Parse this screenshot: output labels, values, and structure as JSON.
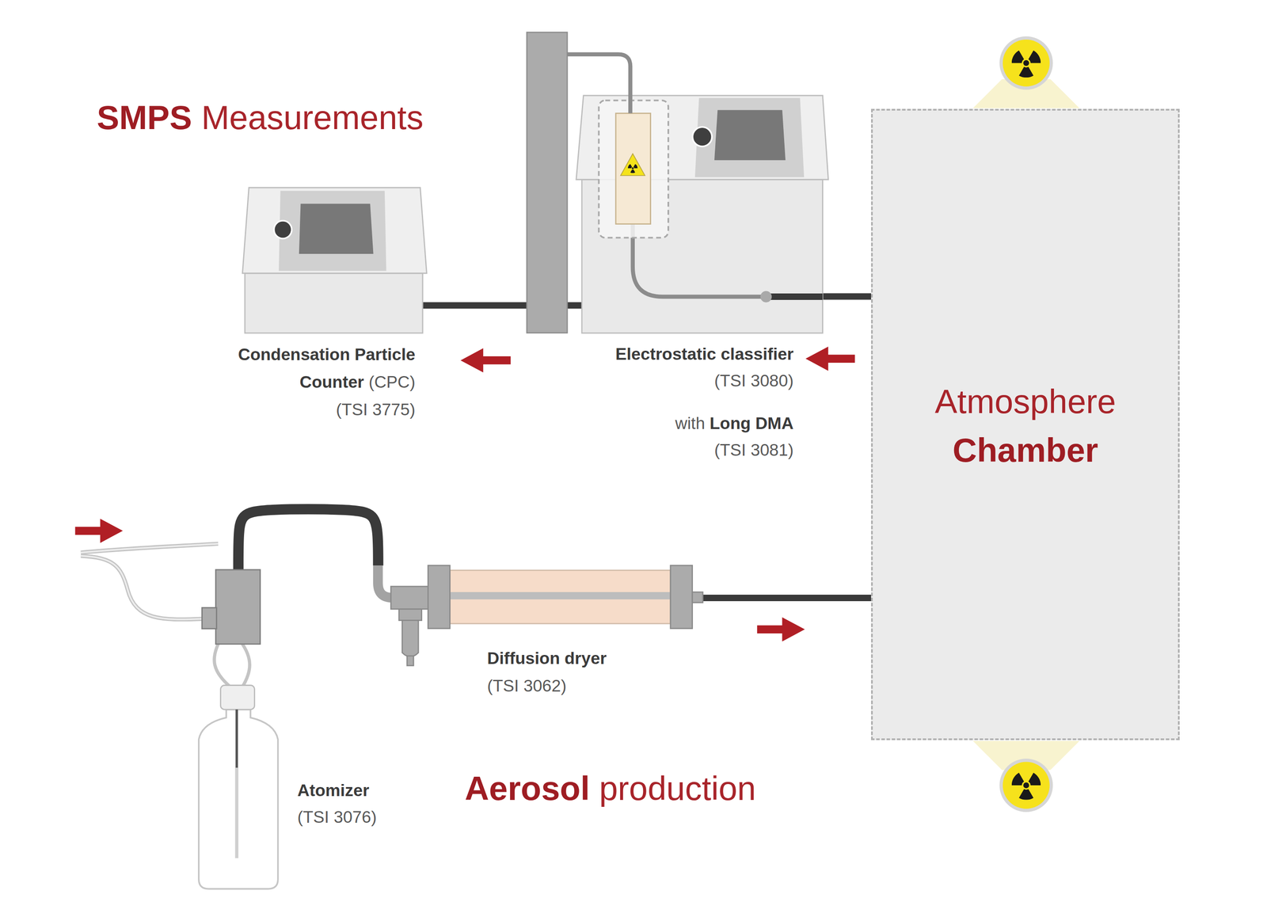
{
  "diagram": {
    "nodes": [
      {
        "text": [
          "Condensation Particle Counter",
          "(CPC)",
          "(TSI 3775)"
        ]
      },
      {
        "text": [
          "Electrostatic classifier",
          "(TSI 3080)",
          "with",
          "Long DMA",
          "(TSI 3081)"
        ]
      },
      {
        "text": [
          "Atmosphere",
          "Chamber"
        ]
      },
      {
        "text": [
          "Atomizer",
          "(TSI 3076)"
        ]
      },
      {
        "text": [
          "Diffusion dryer",
          "(TSI 3062)"
        ]
      }
    ],
    "edges": [
      {
        "from": 1,
        "to": 0,
        "arrow": "none"
      },
      {
        "from": 2,
        "to": 1,
        "arrow": "none"
      },
      {
        "from": 3,
        "to": 4,
        "arrow": "none"
      },
      {
        "from": 4,
        "to": 2,
        "arrow": "none"
      }
    ],
    "labels": [
      "SMPS",
      "Measurements",
      "Aerosol",
      "production"
    ]
  }
}
